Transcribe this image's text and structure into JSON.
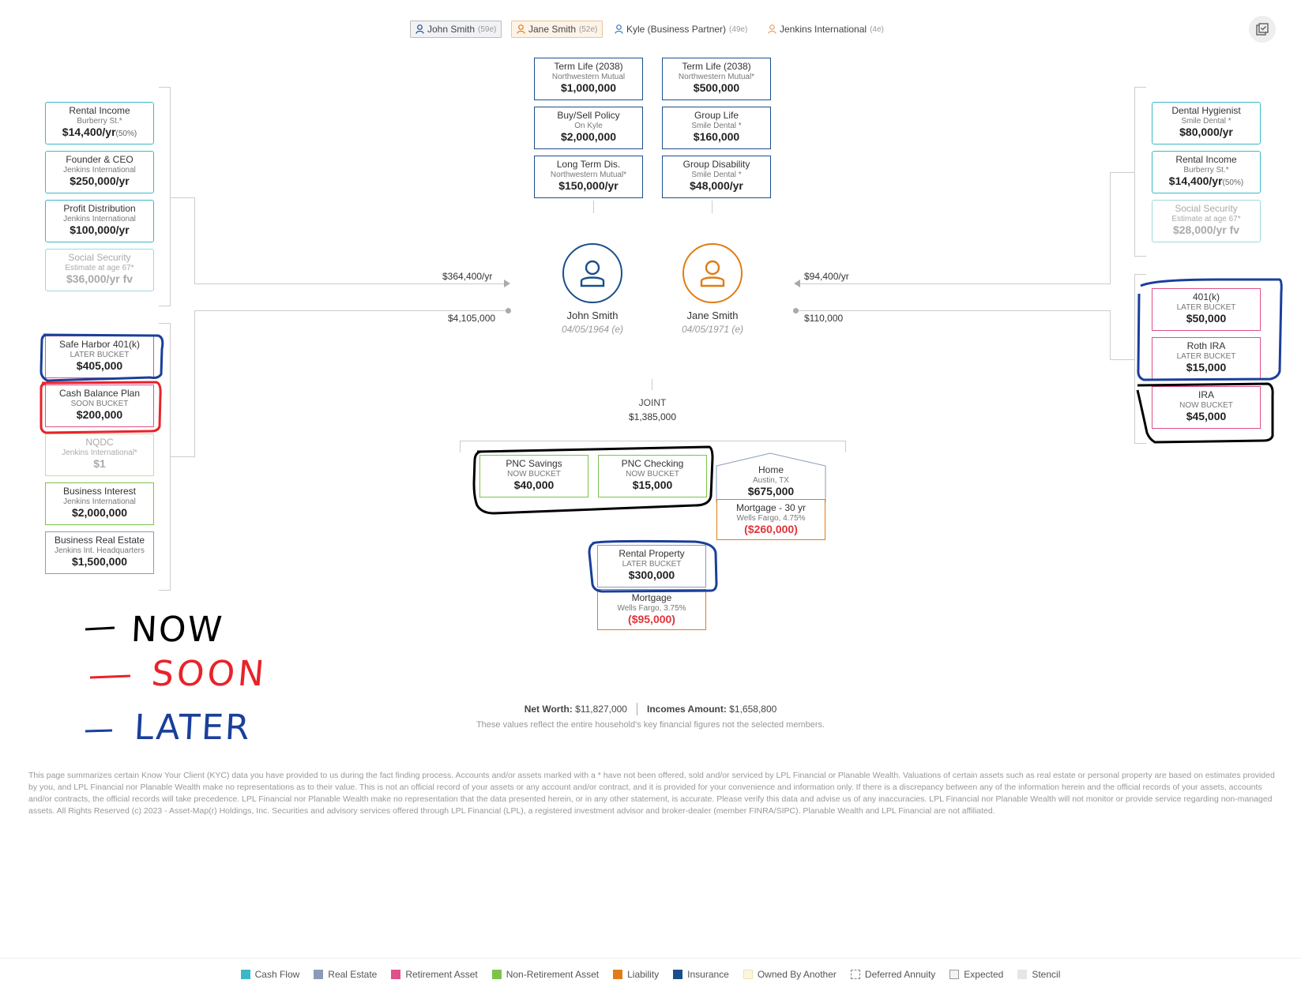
{
  "members": [
    {
      "name": "John Smith",
      "age": "(59e)"
    },
    {
      "name": "Jane Smith",
      "age": "(52e)"
    },
    {
      "name": "Kyle (Business Partner)",
      "age": "(49e)"
    },
    {
      "name": "Jenkins International",
      "age": "(4e)"
    }
  ],
  "insurance": {
    "john": [
      {
        "title": "Term Life (2038)",
        "sub": "Northwestern Mutual",
        "value": "$1,000,000"
      },
      {
        "title": "Buy/Sell Policy",
        "sub": "On Kyle",
        "value": "$2,000,000"
      },
      {
        "title": "Long Term Dis.",
        "sub": "Northwestern Mutual*",
        "value": "$150,000/yr"
      }
    ],
    "jane": [
      {
        "title": "Term Life (2038)",
        "sub": "Northwestern Mutual*",
        "value": "$500,000"
      },
      {
        "title": "Group Life",
        "sub": "Smile Dental *",
        "value": "$160,000"
      },
      {
        "title": "Group Disability",
        "sub": "Smile Dental *",
        "value": "$48,000/yr"
      }
    ]
  },
  "left_income": [
    {
      "title": "Rental Income",
      "sub": "Burberry St.*",
      "value": "$14,400/yr",
      "note": "(50%)"
    },
    {
      "title": "Founder & CEO",
      "sub": "Jenkins International",
      "value": "$250,000/yr",
      "note": ""
    },
    {
      "title": "Profit Distribution",
      "sub": "Jenkins International",
      "value": "$100,000/yr",
      "note": ""
    },
    {
      "title": "Social Security",
      "sub": "Estimate at age 67*",
      "value": "$36,000/yr",
      "note": "fv"
    }
  ],
  "left_assets": [
    {
      "title": "Safe Harbor 401(k)",
      "sub": "LATER BUCKET",
      "value": "$405,000"
    },
    {
      "title": "Cash Balance Plan",
      "sub": "SOON BUCKET",
      "value": "$200,000"
    },
    {
      "title": "NQDC",
      "sub": "Jenkins International*",
      "value": "$1"
    },
    {
      "title": "Business Interest",
      "sub": "Jenkins International",
      "value": "$2,000,000"
    },
    {
      "title": "Business Real Estate",
      "sub": "Jenkins Int. Headquarters",
      "value": "$1,500,000"
    }
  ],
  "right_income": [
    {
      "title": "Dental Hygienist",
      "sub": "Smile Dental *",
      "value": "$80,000/yr",
      "note": ""
    },
    {
      "title": "Rental Income",
      "sub": "Burberry St.*",
      "value": "$14,400/yr",
      "note": "(50%)"
    },
    {
      "title": "Social Security",
      "sub": "Estimate at age 67*",
      "value": "$28,000/yr",
      "note": "fv"
    }
  ],
  "right_assets": [
    {
      "title": "401(k)",
      "sub": "LATER BUCKET",
      "value": "$50,000"
    },
    {
      "title": "Roth IRA",
      "sub": "LATER BUCKET",
      "value": "$15,000"
    },
    {
      "title": "IRA",
      "sub": "NOW BUCKET",
      "value": "$45,000"
    }
  ],
  "people": {
    "john": {
      "name": "John Smith",
      "dob": "04/05/1964 (e)",
      "income": "$364,400/yr",
      "assets": "$4,105,000"
    },
    "jane": {
      "name": "Jane Smith",
      "dob": "04/05/1971 (e)",
      "income": "$94,400/yr",
      "assets": "$110,000"
    }
  },
  "joint": {
    "label": "JOINT",
    "value": "$1,385,000",
    "accounts": [
      {
        "title": "PNC Savings",
        "sub": "NOW BUCKET",
        "value": "$40,000"
      },
      {
        "title": "PNC Checking",
        "sub": "NOW BUCKET",
        "value": "$15,000"
      }
    ],
    "home": {
      "title": "Home",
      "sub": "Austin, TX",
      "value": "$675,000"
    },
    "mortgage1": {
      "title": "Mortgage - 30 yr",
      "sub": "Wells Fargo, 4.75%",
      "value": "($260,000)"
    },
    "rental": {
      "title": "Rental Property",
      "sub": "LATER BUCKET",
      "value": "$300,000"
    },
    "mortgage2": {
      "title": "Mortgage",
      "sub": "Wells Fargo, 3.75%",
      "value": "($95,000)"
    }
  },
  "annotations": {
    "now": "NOW",
    "soon": "SOON",
    "later": "LATER",
    "colors": {
      "now": "#000000",
      "soon": "#e8232a",
      "later": "#1a3f9a"
    }
  },
  "summary": {
    "networth_label": "Net Worth:",
    "networth": "$11,827,000",
    "incomes_label": "Incomes Amount:",
    "incomes": "$1,658,800",
    "note": "These values reflect the entire household's key financial figures not the selected members."
  },
  "disclaimer": "This page summarizes certain Know Your Client (KYC) data you have provided to us during the fact finding process. Accounts and/or assets marked with a * have not been offered, sold and/or serviced by LPL Financial or Planable Wealth. Valuations of certain assets such as real estate or personal property are based on estimates provided by you, and LPL Financial nor Planable Wealth make no representations as to their value. This is not an official record of your assets or any account and/or contract, and it is provided for your convenience and information only. If there is a discrepancy between any of the information herein and the official records of your assets, accounts and/or contracts, the official records will take precedence. LPL Financial nor Planable Wealth make no representation that the data presented herein, or in any other statement, is accurate. Please verify this data and advise us of any inaccuracies. LPL Financial nor Planable Wealth will not monitor or provide service regarding non-managed assets. All Rights Reserved (c) 2023 - Asset-Map(r) Holdings, Inc. Securities and advisory services offered through LPL Financial (LPL), a registered investment advisor and broker-dealer (member FINRA/SIPC). Planable Wealth and LPL Financial are not affiliated.",
  "legend": [
    {
      "label": "Cash Flow",
      "color": "#3bb8c8"
    },
    {
      "label": "Real Estate",
      "color": "#8b9ab8"
    },
    {
      "label": "Retirement Asset",
      "color": "#e0508a"
    },
    {
      "label": "Non-Retirement Asset",
      "color": "#7cc34b"
    },
    {
      "label": "Liability",
      "color": "#e07c17"
    },
    {
      "label": "Insurance",
      "color": "#1a4f8b"
    },
    {
      "label": "Owned By Another",
      "color": "#fdf6dc"
    },
    {
      "label": "Deferred Annuity",
      "color": "#ffffff"
    },
    {
      "label": "Expected",
      "color": "#f4f4f4"
    },
    {
      "label": "Stencil",
      "color": "#e6e6e6"
    }
  ]
}
